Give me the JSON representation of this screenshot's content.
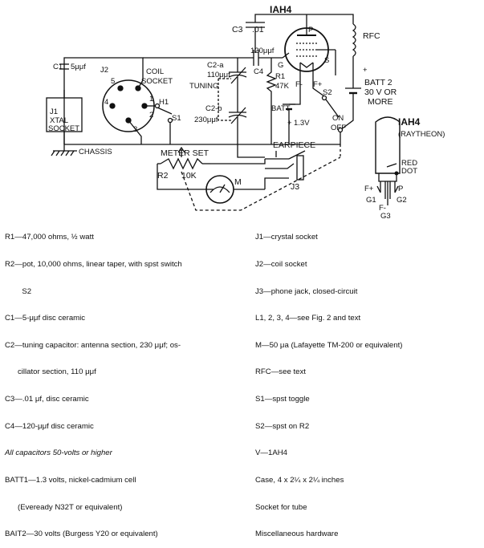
{
  "labels": {
    "tube_top": "IAH4",
    "tube_side": "IAH4",
    "raytheon": "(RAYTHEON)",
    "rfc": "RFC",
    "c3": "C3",
    "c3_val": ".01",
    "c1": "C1",
    "c1_val": "5μμf",
    "c4_val": "120μμf",
    "c4": "C4",
    "c2a": "C2-a",
    "c2a_val": "110μμf",
    "tuning": "TUNING",
    "c2b": "C2-b",
    "c2b_val": "230μμf",
    "j2": "J2",
    "coil": "COIL",
    "socket": "SOCKET",
    "j1": "J1",
    "xtal": "XTAL",
    "xtal_socket": "SOCKET",
    "chassis": "CHASSIS",
    "r1": "R1",
    "r1_val": "47K",
    "g": "G",
    "p": "P",
    "s": "S",
    "f_minus": "F-",
    "f_plus": "F+",
    "batt": "BATT",
    "batt_val": "1.3V",
    "s2": "S2",
    "on": "ON",
    "off": "OFF",
    "batt2": "BATT 2",
    "batt2_val": "30 V OR",
    "batt2_more": "MORE",
    "meter_set": "METER SET",
    "r2": "R2",
    "r2_val": "10K",
    "m": "M",
    "earpiece": "EARPIECE",
    "j3": "J3",
    "h1": "H1",
    "s1": "S1",
    "pin1": "1",
    "pin2": "2",
    "pin3": "3",
    "pin4": "4",
    "pin5": "5",
    "red": "RED",
    "dot": "DOT",
    "lead_fplus": "F+",
    "lead_p": "P",
    "lead_g1": "G1",
    "lead_fminus": "F-",
    "lead_g2": "G2",
    "lead_g3": "G3",
    "plus": "+"
  },
  "parts_list": {
    "left": [
      "R1—47,000 ohms, ½ watt",
      "R2—pot, 10,000 ohms, linear taper, with spst switch",
      "        S2",
      "C1—5-μμf disc ceramic",
      "C2—tuning capacitor: antenna section, 230 μμf; os-",
      "      cillator section, 110 μμf",
      "C3—.01 μf, disc ceramic",
      "C4—120-μμf disc ceramic",
      "All capacitors 50-volts or higher",
      "BATT1—1.3 volts, nickel-cadmium cell",
      "      (Eveready N32T or equivalent)",
      "BAIT2—30 volts (Burgess Y20 or equivalent)"
    ],
    "right": [
      "J1—crystal socket",
      "J2—coil socket",
      "J3—phone jack, closed-circuit",
      "L1, 2, 3, 4—see Fig. 2 and text",
      "M—50 μa (Lafayette TM-200 or equivalent)",
      "RFC—see text",
      "S1—spst toggle",
      "S2—spst on R2",
      "V—1AH4",
      "Case, 4 x 2¼ x 2¼ inches",
      "Socket for tube",
      "Miscellaneous hardware"
    ]
  }
}
